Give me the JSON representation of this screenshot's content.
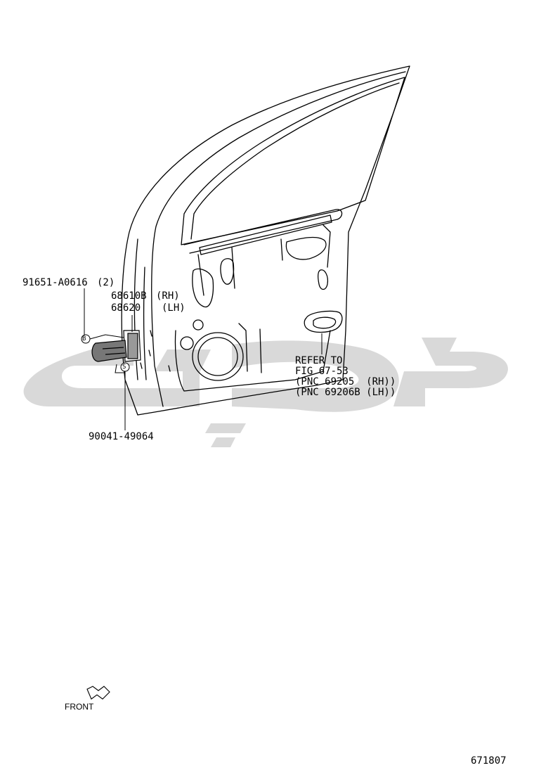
{
  "diagram": {
    "figure_number": "671807",
    "front_label": "FRONT",
    "watermark_color": "#d9d9d9",
    "line_color": "#000000",
    "parts": {
      "screw": {
        "part_number": "91651-A0616",
        "quantity": "(2)",
        "marker": "B"
      },
      "door_check": {
        "rh_number": "68610B",
        "rh_side": "(RH)",
        "lh_number": "68620",
        "lh_side": "(LH)"
      },
      "bolt": {
        "part_number": "90041-49064",
        "marker": "S"
      },
      "handle_reference": {
        "line1": "REFER TO",
        "line2": "FIG 67-53",
        "line3": "(PNC 69205  (RH))",
        "line4": "(PNC 69206B (LH))"
      }
    }
  }
}
